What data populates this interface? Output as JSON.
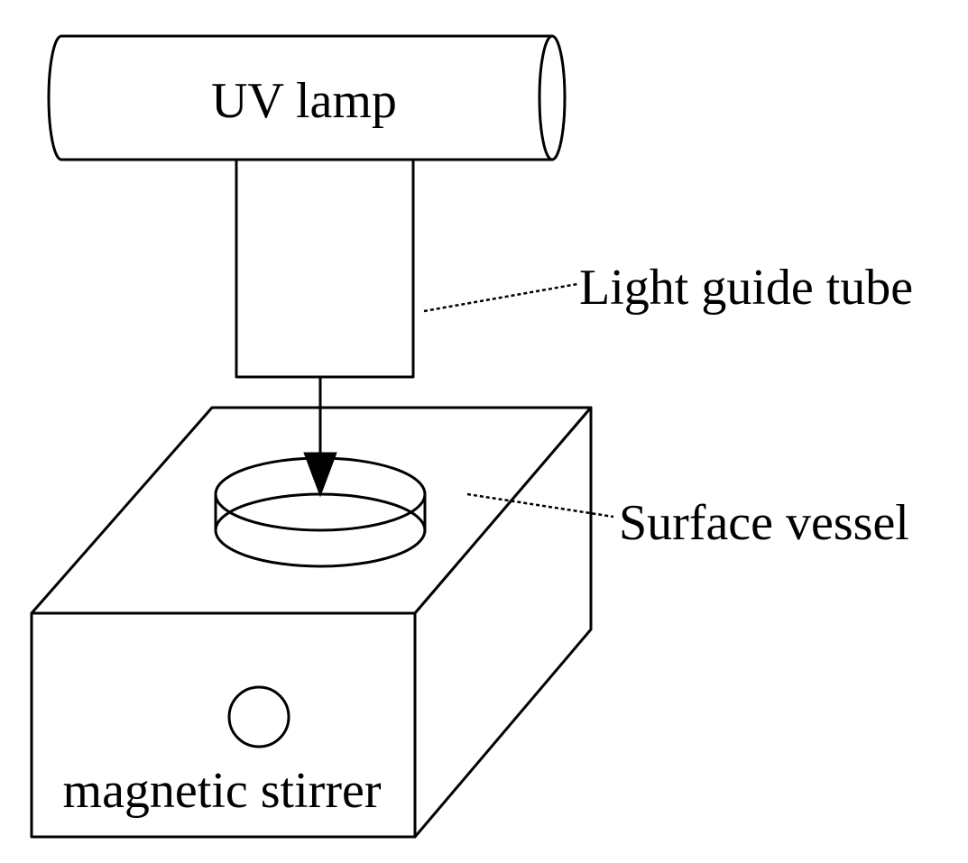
{
  "labels": {
    "uv_lamp": "UV lamp",
    "light_guide_tube": "Light guide tube",
    "surface_vessel": "Surface vessel",
    "magnetic_stirrer": "magnetic stirrer"
  }
}
